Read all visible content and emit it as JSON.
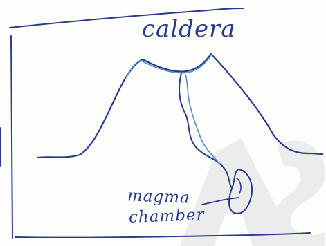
{
  "diagram": {
    "title": "caldera",
    "labels": {
      "magma_line1": "magma",
      "magma_line2": "chamber"
    },
    "colors": {
      "ink": "#2a3a8a",
      "ink_secondary": "#4a8fc4",
      "watermark": "#e9e9e9"
    }
  }
}
